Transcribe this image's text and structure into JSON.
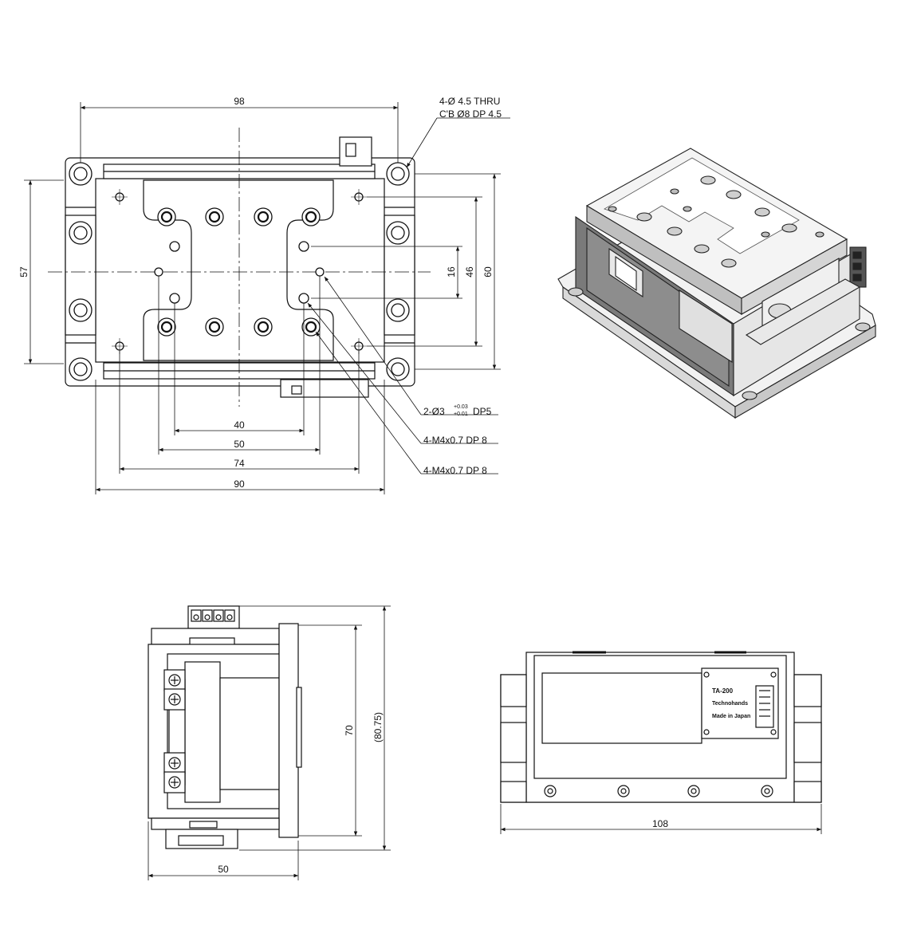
{
  "dimensions": {
    "top_width_98": "98",
    "top_height_57": "57",
    "top_height_60": "60",
    "top_height_46": "46",
    "top_height_16": "16",
    "top_bottom_40": "40",
    "top_bottom_50": "50",
    "top_bottom_74": "74",
    "top_bottom_90": "90",
    "side_width_50": "50",
    "side_height_70": "70",
    "side_height_80_75": "(80.75)",
    "front_width_108": "108"
  },
  "callouts": {
    "mount_hole_line1": "4-Ø 4.5 THRU",
    "mount_hole_line2": "C'B Ø8  DP 4.5",
    "pin_hole_main": "2-Ø3",
    "pin_hole_tol_upper": "+0.03",
    "pin_hole_tol_lower": "+0.01",
    "pin_hole_depth": "DP5",
    "tap_upper": "4-M4x0.7 DP 8",
    "tap_lower": "4-M4x0.7 DP 8"
  },
  "nameplate": {
    "model": "TA-200",
    "maker": "Technohands",
    "origin": "Made in Japan"
  }
}
